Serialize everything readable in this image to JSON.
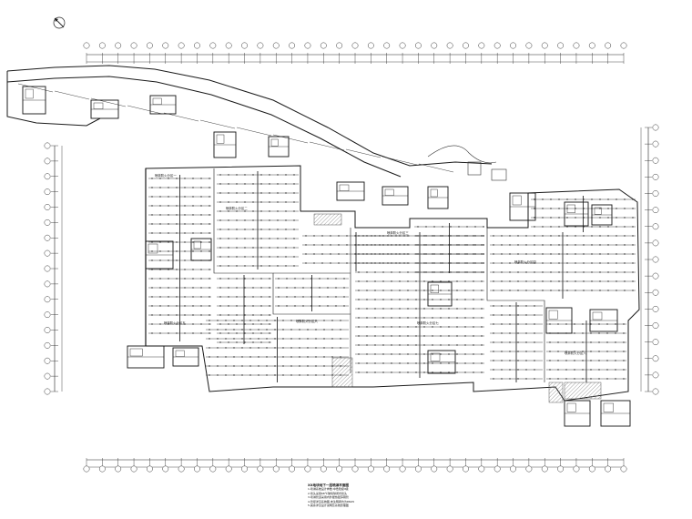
{
  "drawing": {
    "plan_title": "XX地块地下一层喷淋平面图",
    "zones": [
      {
        "label": "喷淋防火分区一"
      },
      {
        "label": "喷淋防火分区二"
      },
      {
        "label": "喷淋防火分区三"
      },
      {
        "label": "喷淋防火分区四"
      },
      {
        "label": "喷淋防火分区五"
      },
      {
        "label": "喷淋防火分区六"
      },
      {
        "label": "喷淋防火分区七"
      },
      {
        "label": "喷淋防火分区八"
      }
    ],
    "notes": [
      "1.喷淋系统设计参数:中危险级II级",
      "2.喷头采用68℃玻璃球闭式喷头",
      "3.喷淋管道采用内外壁热镀锌钢管",
      "4.管径详见系统图,未注明者均为DN25",
      "5.其余详见设计说明及系统原理图"
    ]
  },
  "colors": {
    "line": "#1a1a1a",
    "hatch": "#9a9a9a",
    "paper": "#ffffff"
  },
  "icons": {
    "north": "north-arrow-icon"
  }
}
